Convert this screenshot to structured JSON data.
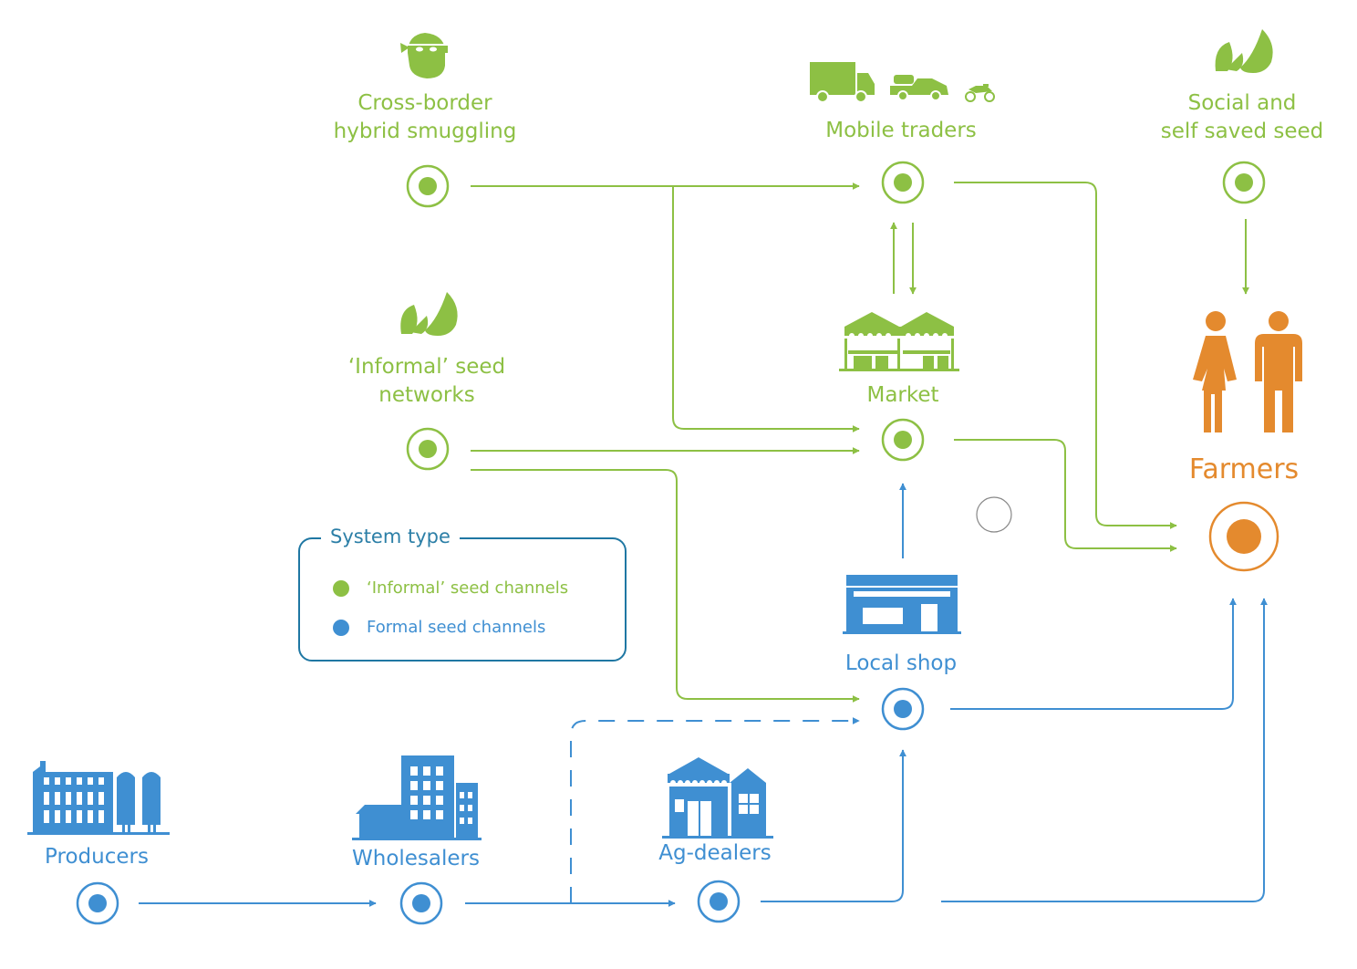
{
  "colors": {
    "informal": "#8dc044",
    "formal": "#3f8fd2",
    "farmers": "#e48a2e",
    "legend_border": "#1f77a3"
  },
  "nodes": {
    "cross_border": {
      "label": "Cross-border\nhybrid smuggling",
      "icon": "bandit-mask-icon"
    },
    "mobile_traders": {
      "label": "Mobile traders",
      "icon": "truck-car-motorbike-icon"
    },
    "social_seed": {
      "label": "Social and\nself saved seed",
      "icon": "leaves-icon"
    },
    "informal_networks": {
      "label": "‘Informal’ seed\nnetworks",
      "icon": "leaves-icon"
    },
    "market": {
      "label": "Market",
      "icon": "market-stall-icon"
    },
    "farmers": {
      "label": "Farmers",
      "icon": "farmers-icon"
    },
    "local_shop": {
      "label": "Local shop",
      "icon": "shop-icon"
    },
    "producers": {
      "label": "Producers",
      "icon": "factory-icon"
    },
    "wholesalers": {
      "label": "Wholesalers",
      "icon": "office-buildings-icon"
    },
    "ag_dealers": {
      "label": "Ag-dealers",
      "icon": "store-building-icon"
    }
  },
  "legend": {
    "title": "System type",
    "items": [
      {
        "label": "‘Informal’ seed channels",
        "color": "#8dc044"
      },
      {
        "label": "Formal seed channels",
        "color": "#3f8fd2"
      }
    ]
  }
}
